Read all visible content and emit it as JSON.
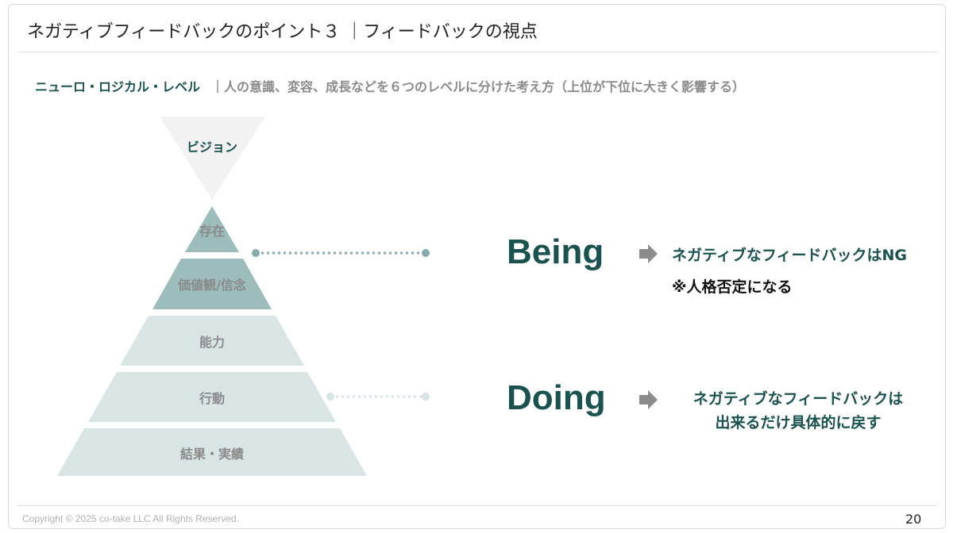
{
  "header": {
    "title": "ネガティブフィードバックのポイント３ ｜フィードバックの視点"
  },
  "subtitle": {
    "keyword": "ニューロ・ロジカル・レベル",
    "description": "｜人の意識、変容、成長などを６つのレベルに分けた考え方（上位が下位に大きく影響する）"
  },
  "pyramid": {
    "vision": "ビジョン",
    "levels": [
      "存在",
      "価値観/信念",
      "能力",
      "行動",
      "結果・実績"
    ]
  },
  "being": {
    "label": "Being",
    "message": "ネガティブなフィードバックはNG",
    "note": "※人格否定になる"
  },
  "doing": {
    "label": "Doing",
    "message_line1": "ネガティブなフィードバックは",
    "message_line2": "出来るだけ具体的に戻す"
  },
  "footer": {
    "copyright": "Copyright © 2025 co-take LLC All Rights Reserved.",
    "page_number": "20"
  },
  "colors": {
    "accent": "#1a5250",
    "upper_level": "#9dbdbd",
    "lower_level": "#d9e5e5",
    "vision": "#f2f2f2",
    "arrow": "#8c8c8c"
  }
}
